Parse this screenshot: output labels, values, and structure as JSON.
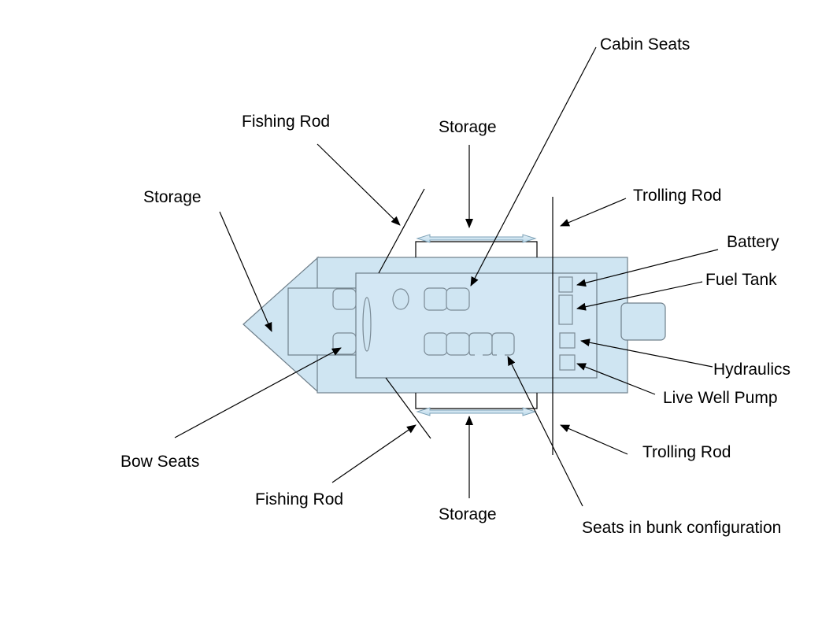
{
  "diagram": {
    "labels": {
      "cabin_seats": "Cabin Seats",
      "fishing_rod_top": "Fishing Rod",
      "storage_top": "Storage",
      "storage_bow": "Storage",
      "trolling_rod_top": "Trolling Rod",
      "battery": "Battery",
      "fuel_tank": "Fuel Tank",
      "hydraulics": "Hydraulics",
      "live_well_pump": "Live Well Pump",
      "trolling_rod_bottom": "Trolling Rod",
      "bow_seats": "Bow Seats",
      "fishing_rod_bottom": "Fishing Rod",
      "storage_bottom": "Storage",
      "seats_bunk": "Seats in bunk configuration"
    },
    "colors": {
      "hull_fill": "#cfe5f2",
      "outline": "#6f7f8a",
      "arrow": "#000000"
    }
  }
}
